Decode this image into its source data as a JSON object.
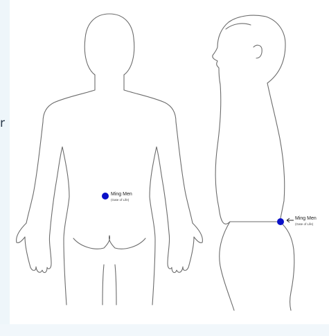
{
  "side_text": "r",
  "colors": {
    "outline": "#6b6b6b",
    "point": "#0a10c8",
    "background": "#ffffff"
  },
  "back_view": {
    "point_label": "Ming Men",
    "point_sublabel": "(Gate of Life)"
  },
  "side_view": {
    "point_label": "Ming Men",
    "point_sublabel": "(Gate of Life)"
  }
}
